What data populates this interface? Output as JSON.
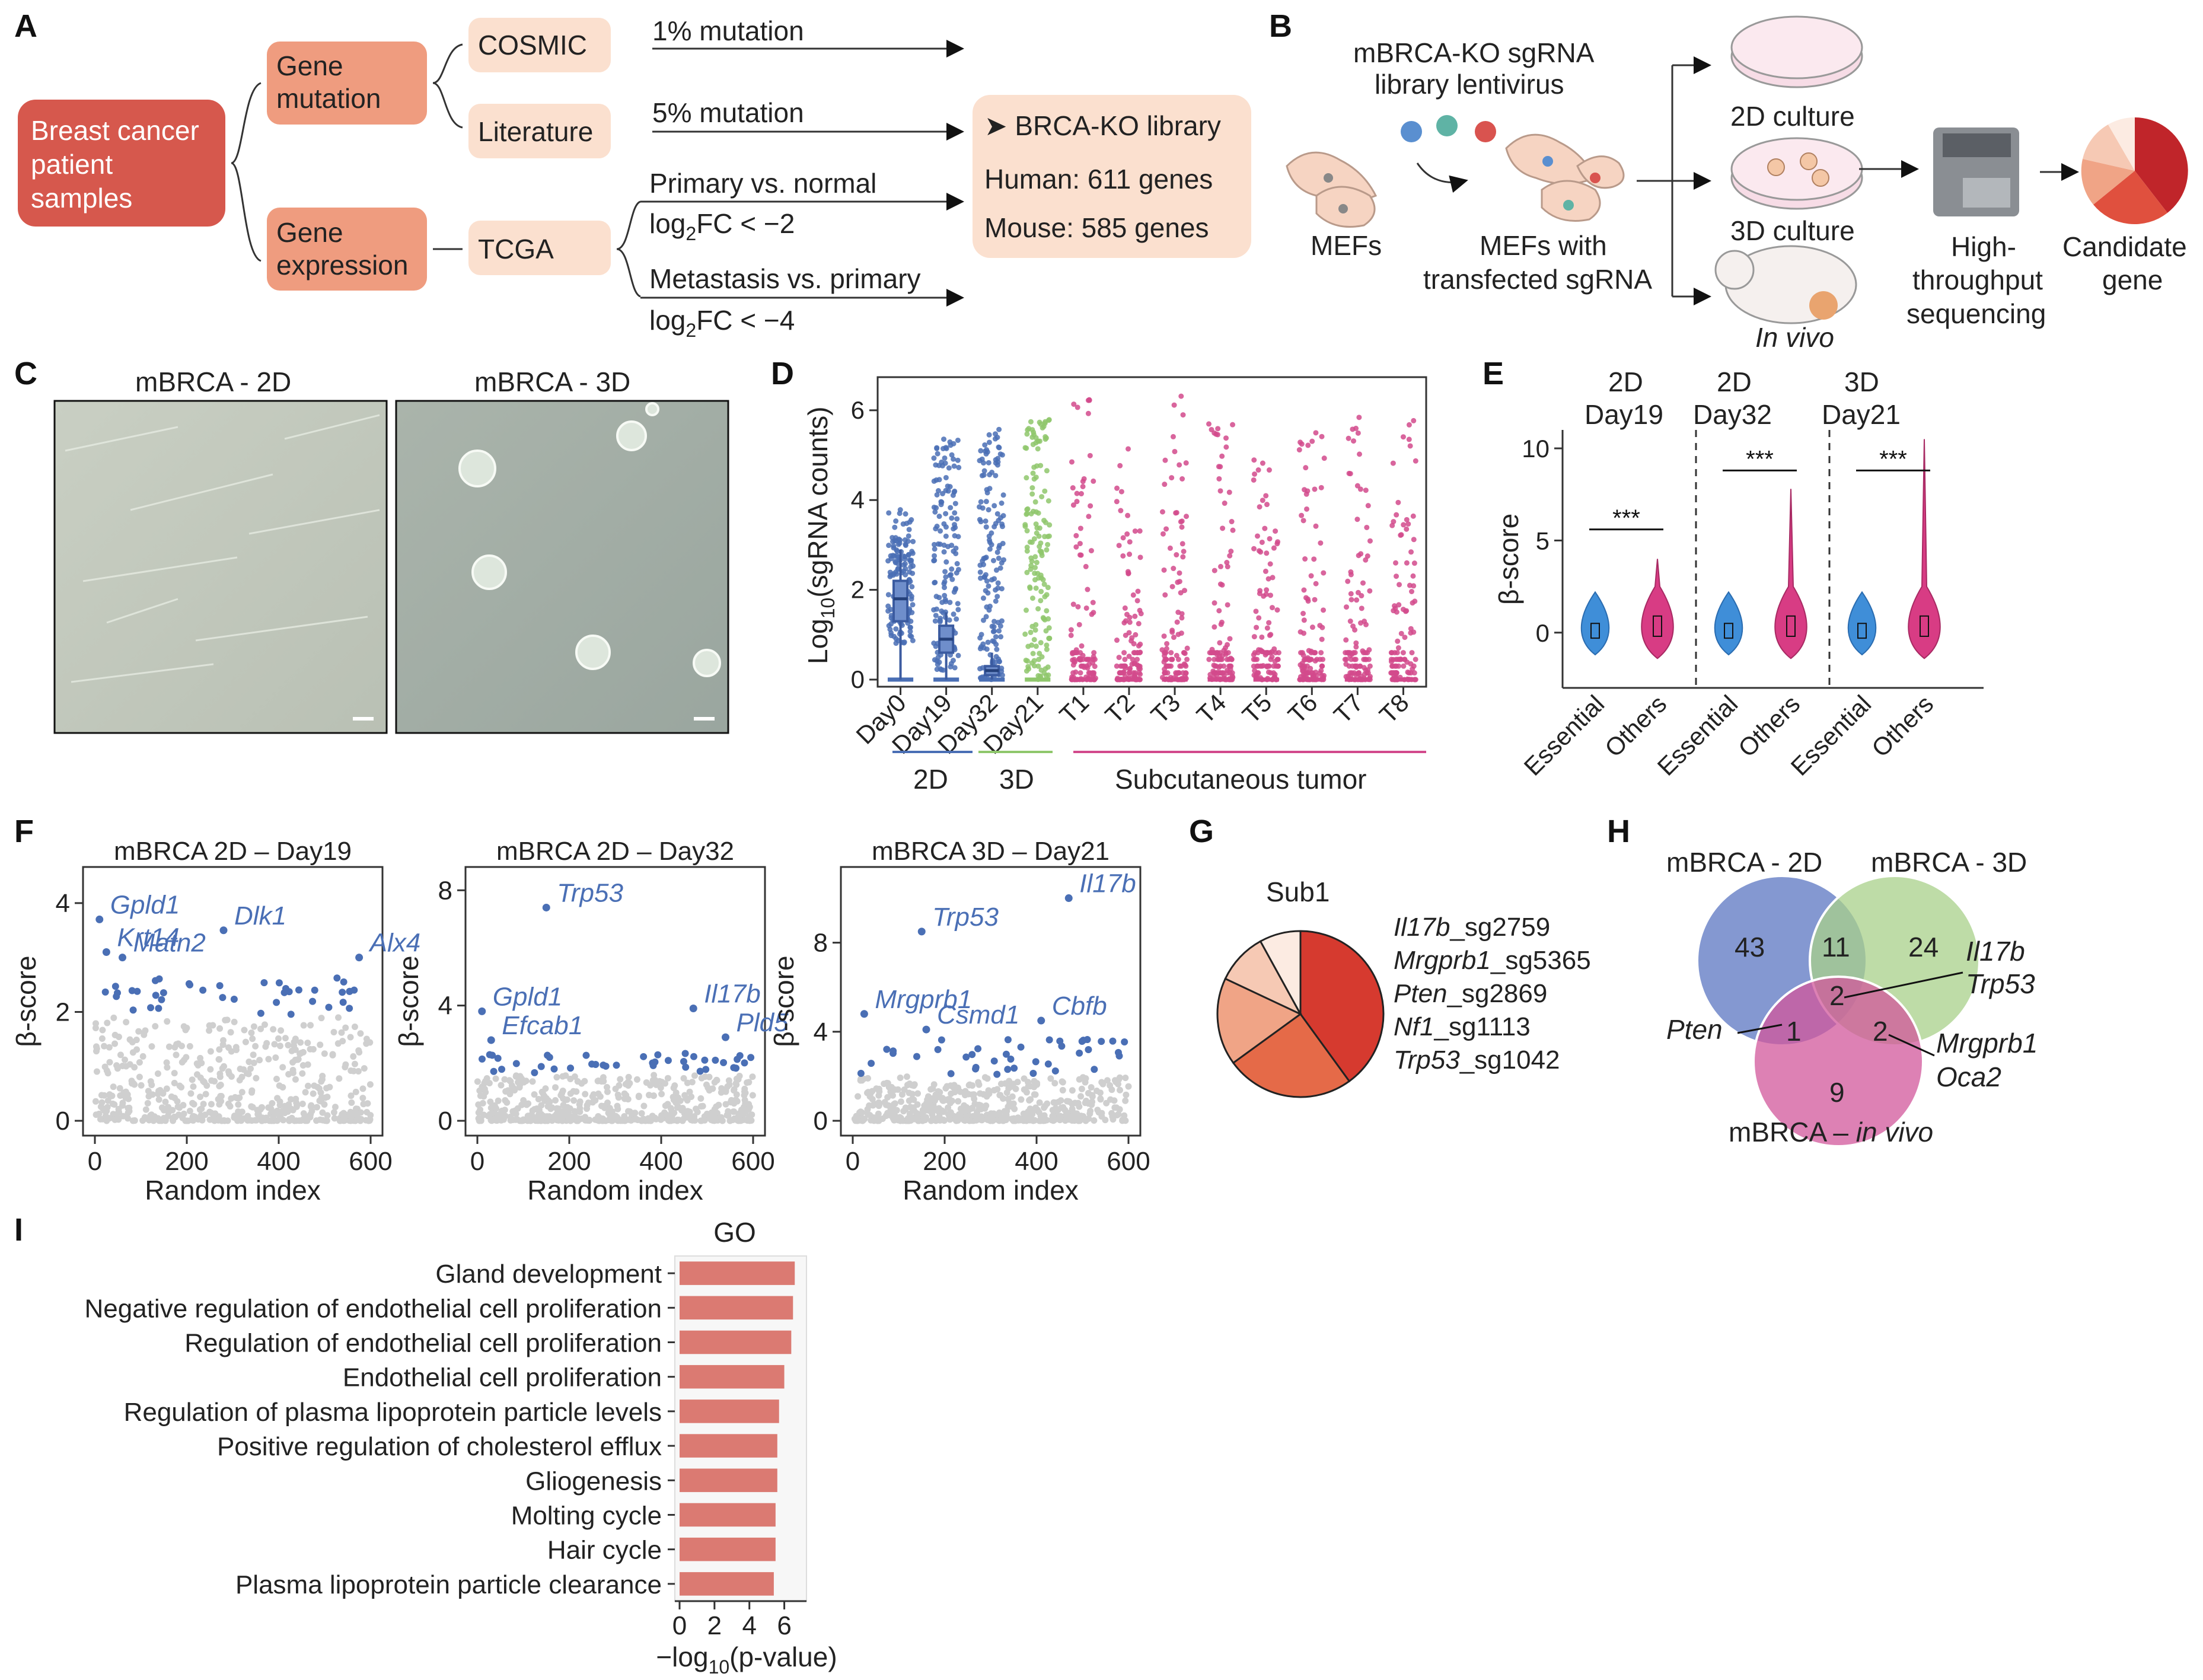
{
  "panels": {
    "a": "A",
    "b": "B",
    "c": "C",
    "d": "D",
    "e": "E",
    "f": "F",
    "g": "G",
    "h": "H",
    "i": "I"
  },
  "A": {
    "source": [
      "Breast cancer",
      "patient",
      "samples"
    ],
    "gene_mutation": [
      "Gene",
      "mutation"
    ],
    "gene_expression": [
      "Gene",
      "expression"
    ],
    "cosmic": "COSMIC",
    "literature": "Literature",
    "tcga": "TCGA",
    "arrow_1": "1% mutation",
    "arrow_2": "5% mutation",
    "arrow_3a": "Primary vs. normal",
    "arrow_3b_pre": "log",
    "arrow_3b_sub": "2",
    "arrow_3b_post": "FC < −2",
    "arrow_4a": "Metastasis vs. primary",
    "arrow_4b_pre": "log",
    "arrow_4b_sub": "2",
    "arrow_4b_post": "FC < −4",
    "library_title": "➤ BRCA-KO library",
    "library_human": "Human: 611 genes",
    "library_mouse": "Mouse: 585 genes",
    "colors": {
      "dark": "#d9534f",
      "mid": "#ef9c7f",
      "light": "#fbe0cf"
    }
  },
  "B": {
    "virus_label": [
      "mBRCA-KO sgRNA",
      "library lentivirus"
    ],
    "mefs": "MEFs",
    "mefs_transfected": [
      "MEFs with",
      "transfected sgRNA"
    ],
    "culture_2d": "2D culture",
    "culture_3d": "3D culture",
    "in_vivo": "In vivo",
    "sequencing": [
      "High-",
      "throughput",
      "sequencing"
    ],
    "candidate": [
      "Candidate",
      "gene"
    ]
  },
  "C": {
    "left_title": "mBRCA - 2D",
    "right_title": "mBRCA - 3D"
  },
  "D": {
    "ylabel_pre": "Log",
    "ylabel_sub": "10",
    "ylabel_post": "(sgRNA counts)",
    "group_2d": "2D",
    "group_3d": "3D",
    "group_tumor": "Subcutaneous tumor"
  },
  "E": {
    "ylabel": "β-score",
    "col1": [
      "2D",
      "Day19"
    ],
    "col2": [
      "2D",
      "Day32"
    ],
    "col3": [
      "3D",
      "Day21"
    ],
    "sig": "***",
    "xcat": [
      "Essential",
      "Others"
    ]
  },
  "F": {
    "ylabel": "β-score",
    "xlabel": "Random index",
    "p1_title": "mBRCA 2D – Day19",
    "p2_title": "mBRCA 2D – Day32",
    "p3_title": "mBRCA 3D – Day21",
    "p1_labels": [
      "Gpld1",
      "Krt14",
      "Dlk1",
      "Matn2",
      "Alx4"
    ],
    "p2_labels": [
      "Trp53",
      "Gpld1",
      "Efcab1",
      "Il17b",
      "Pld5"
    ],
    "p3_labels": [
      "Il17b",
      "Trp53",
      "Mrgprb1",
      "Csmd1",
      "Cbfb"
    ]
  },
  "G": {
    "title": "Sub1",
    "legend": [
      {
        "gene": "Il17b",
        "sg": "_sg2759"
      },
      {
        "gene": "Mrgprb1",
        "sg": "_sg5365"
      },
      {
        "gene": "Pten",
        "sg": "_sg2869"
      },
      {
        "gene": "Nf1",
        "sg": "_sg1113"
      },
      {
        "gene": "Trp53",
        "sg": "_sg1042"
      }
    ]
  },
  "H": {
    "set_2d": "mBRCA - 2D",
    "set_3d": "mBRCA - 3D",
    "set_vivo_pre": "mBRCA – ",
    "set_vivo_it": "in vivo",
    "n_2d_only": "43",
    "n_2d_3d": "11",
    "n_3d_only": "24",
    "n_all": "2",
    "n_2d_vivo": "1",
    "n_3d_vivo": "2",
    "n_vivo_only": "9",
    "gene_pten": "Pten",
    "gene_all": [
      "Il17b",
      "Trp53"
    ],
    "gene_3dvivo": [
      "Mrgprb1",
      "Oca2"
    ]
  },
  "chart_data": [
    {
      "type": "scatter",
      "panel": "D",
      "ylabel": "Log10(sgRNA counts)",
      "categories": [
        "Day0",
        "Day19",
        "Day32",
        "Day21",
        "T1",
        "T2",
        "T3",
        "T4",
        "T5",
        "T6",
        "T7",
        "T8"
      ],
      "ylim": [
        0,
        6.5
      ],
      "yticks": [
        0,
        2,
        4,
        6
      ],
      "boxplots": [
        {
          "name": "Day0",
          "q1": 1.3,
          "median": 1.8,
          "q3": 2.2,
          "max": 2.9
        },
        {
          "name": "Day19",
          "q1": 0.6,
          "median": 0.9,
          "q3": 1.2,
          "max": 1.5
        },
        {
          "name": "Day32",
          "q1": 0.1,
          "median": 0.2,
          "q3": 0.3,
          "max": 0.6
        }
      ]
    },
    {
      "type": "scatter",
      "panel": "F1",
      "title": "mBRCA 2D – Day19",
      "xlabel": "Random index",
      "ylabel": "β-score",
      "xlim": [
        0,
        600
      ],
      "ylim": [
        0,
        4.5
      ],
      "xticks": [
        0,
        200,
        400,
        600
      ],
      "yticks": [
        0,
        2,
        4
      ],
      "labeled": [
        {
          "name": "Gpld1",
          "x": 10,
          "y": 3.7
        },
        {
          "name": "Krt14",
          "x": 25,
          "y": 3.1
        },
        {
          "name": "Dlk1",
          "x": 280,
          "y": 3.5
        },
        {
          "name": "Matn2",
          "x": 60,
          "y": 3.0
        },
        {
          "name": "Alx4",
          "x": 575,
          "y": 3.0
        }
      ]
    },
    {
      "type": "scatter",
      "panel": "F2",
      "title": "mBRCA 2D – Day32",
      "xlabel": "Random index",
      "ylabel": "β-score",
      "xlim": [
        0,
        600
      ],
      "ylim": [
        0,
        8.5
      ],
      "xticks": [
        0,
        200,
        400,
        600
      ],
      "yticks": [
        0,
        4,
        8
      ],
      "labeled": [
        {
          "name": "Trp53",
          "x": 150,
          "y": 7.4
        },
        {
          "name": "Gpld1",
          "x": 10,
          "y": 3.8
        },
        {
          "name": "Efcab1",
          "x": 30,
          "y": 2.8
        },
        {
          "name": "Il17b",
          "x": 470,
          "y": 3.9
        },
        {
          "name": "Pld5",
          "x": 540,
          "y": 2.9
        }
      ]
    },
    {
      "type": "scatter",
      "panel": "F3",
      "title": "mBRCA 3D – Day21",
      "xlabel": "Random index",
      "ylabel": "β-score",
      "xlim": [
        0,
        600
      ],
      "ylim": [
        0,
        11
      ],
      "xticks": [
        0,
        200,
        400,
        600
      ],
      "yticks": [
        0,
        4,
        8
      ],
      "labeled": [
        {
          "name": "Il17b",
          "x": 470,
          "y": 10
        },
        {
          "name": "Trp53",
          "x": 150,
          "y": 8.5
        },
        {
          "name": "Mrgprb1",
          "x": 25,
          "y": 4.8
        },
        {
          "name": "Csmd1",
          "x": 160,
          "y": 4.1
        },
        {
          "name": "Cbfb",
          "x": 410,
          "y": 4.5
        }
      ]
    },
    {
      "type": "pie",
      "panel": "G",
      "title": "Sub1",
      "labels": [
        "Il17b_sg2759",
        "Mrgprb1_sg5365",
        "Pten_sg2869",
        "Nf1_sg1113",
        "Trp53_sg1042"
      ],
      "values": [
        40,
        25,
        17,
        10,
        8
      ],
      "colors": [
        "#d63a2f",
        "#e56a48",
        "#f0a486",
        "#f6c9b4",
        "#fcebe2"
      ]
    },
    {
      "type": "bar",
      "panel": "I",
      "title": "GO",
      "xlabel": "−log10(p-value)",
      "orientation": "horizontal",
      "xlim": [
        0,
        7
      ],
      "xticks": [
        0,
        2,
        4,
        6
      ],
      "categories": [
        "Gland development",
        "Negative regulation of endothelial cell proliferation",
        "Regulation of endothelial cell proliferation",
        "Endothelial cell proliferation",
        "Regulation of plasma lipoprotein particle levels",
        "Positive regulation of cholesterol efflux",
        "Gliogenesis",
        "Molting cycle",
        "Hair cycle",
        "Plasma lipoprotein particle clearance"
      ],
      "values": [
        6.6,
        6.5,
        6.4,
        6.0,
        5.7,
        5.6,
        5.6,
        5.5,
        5.5,
        5.4
      ],
      "color": "#db7a72"
    }
  ]
}
